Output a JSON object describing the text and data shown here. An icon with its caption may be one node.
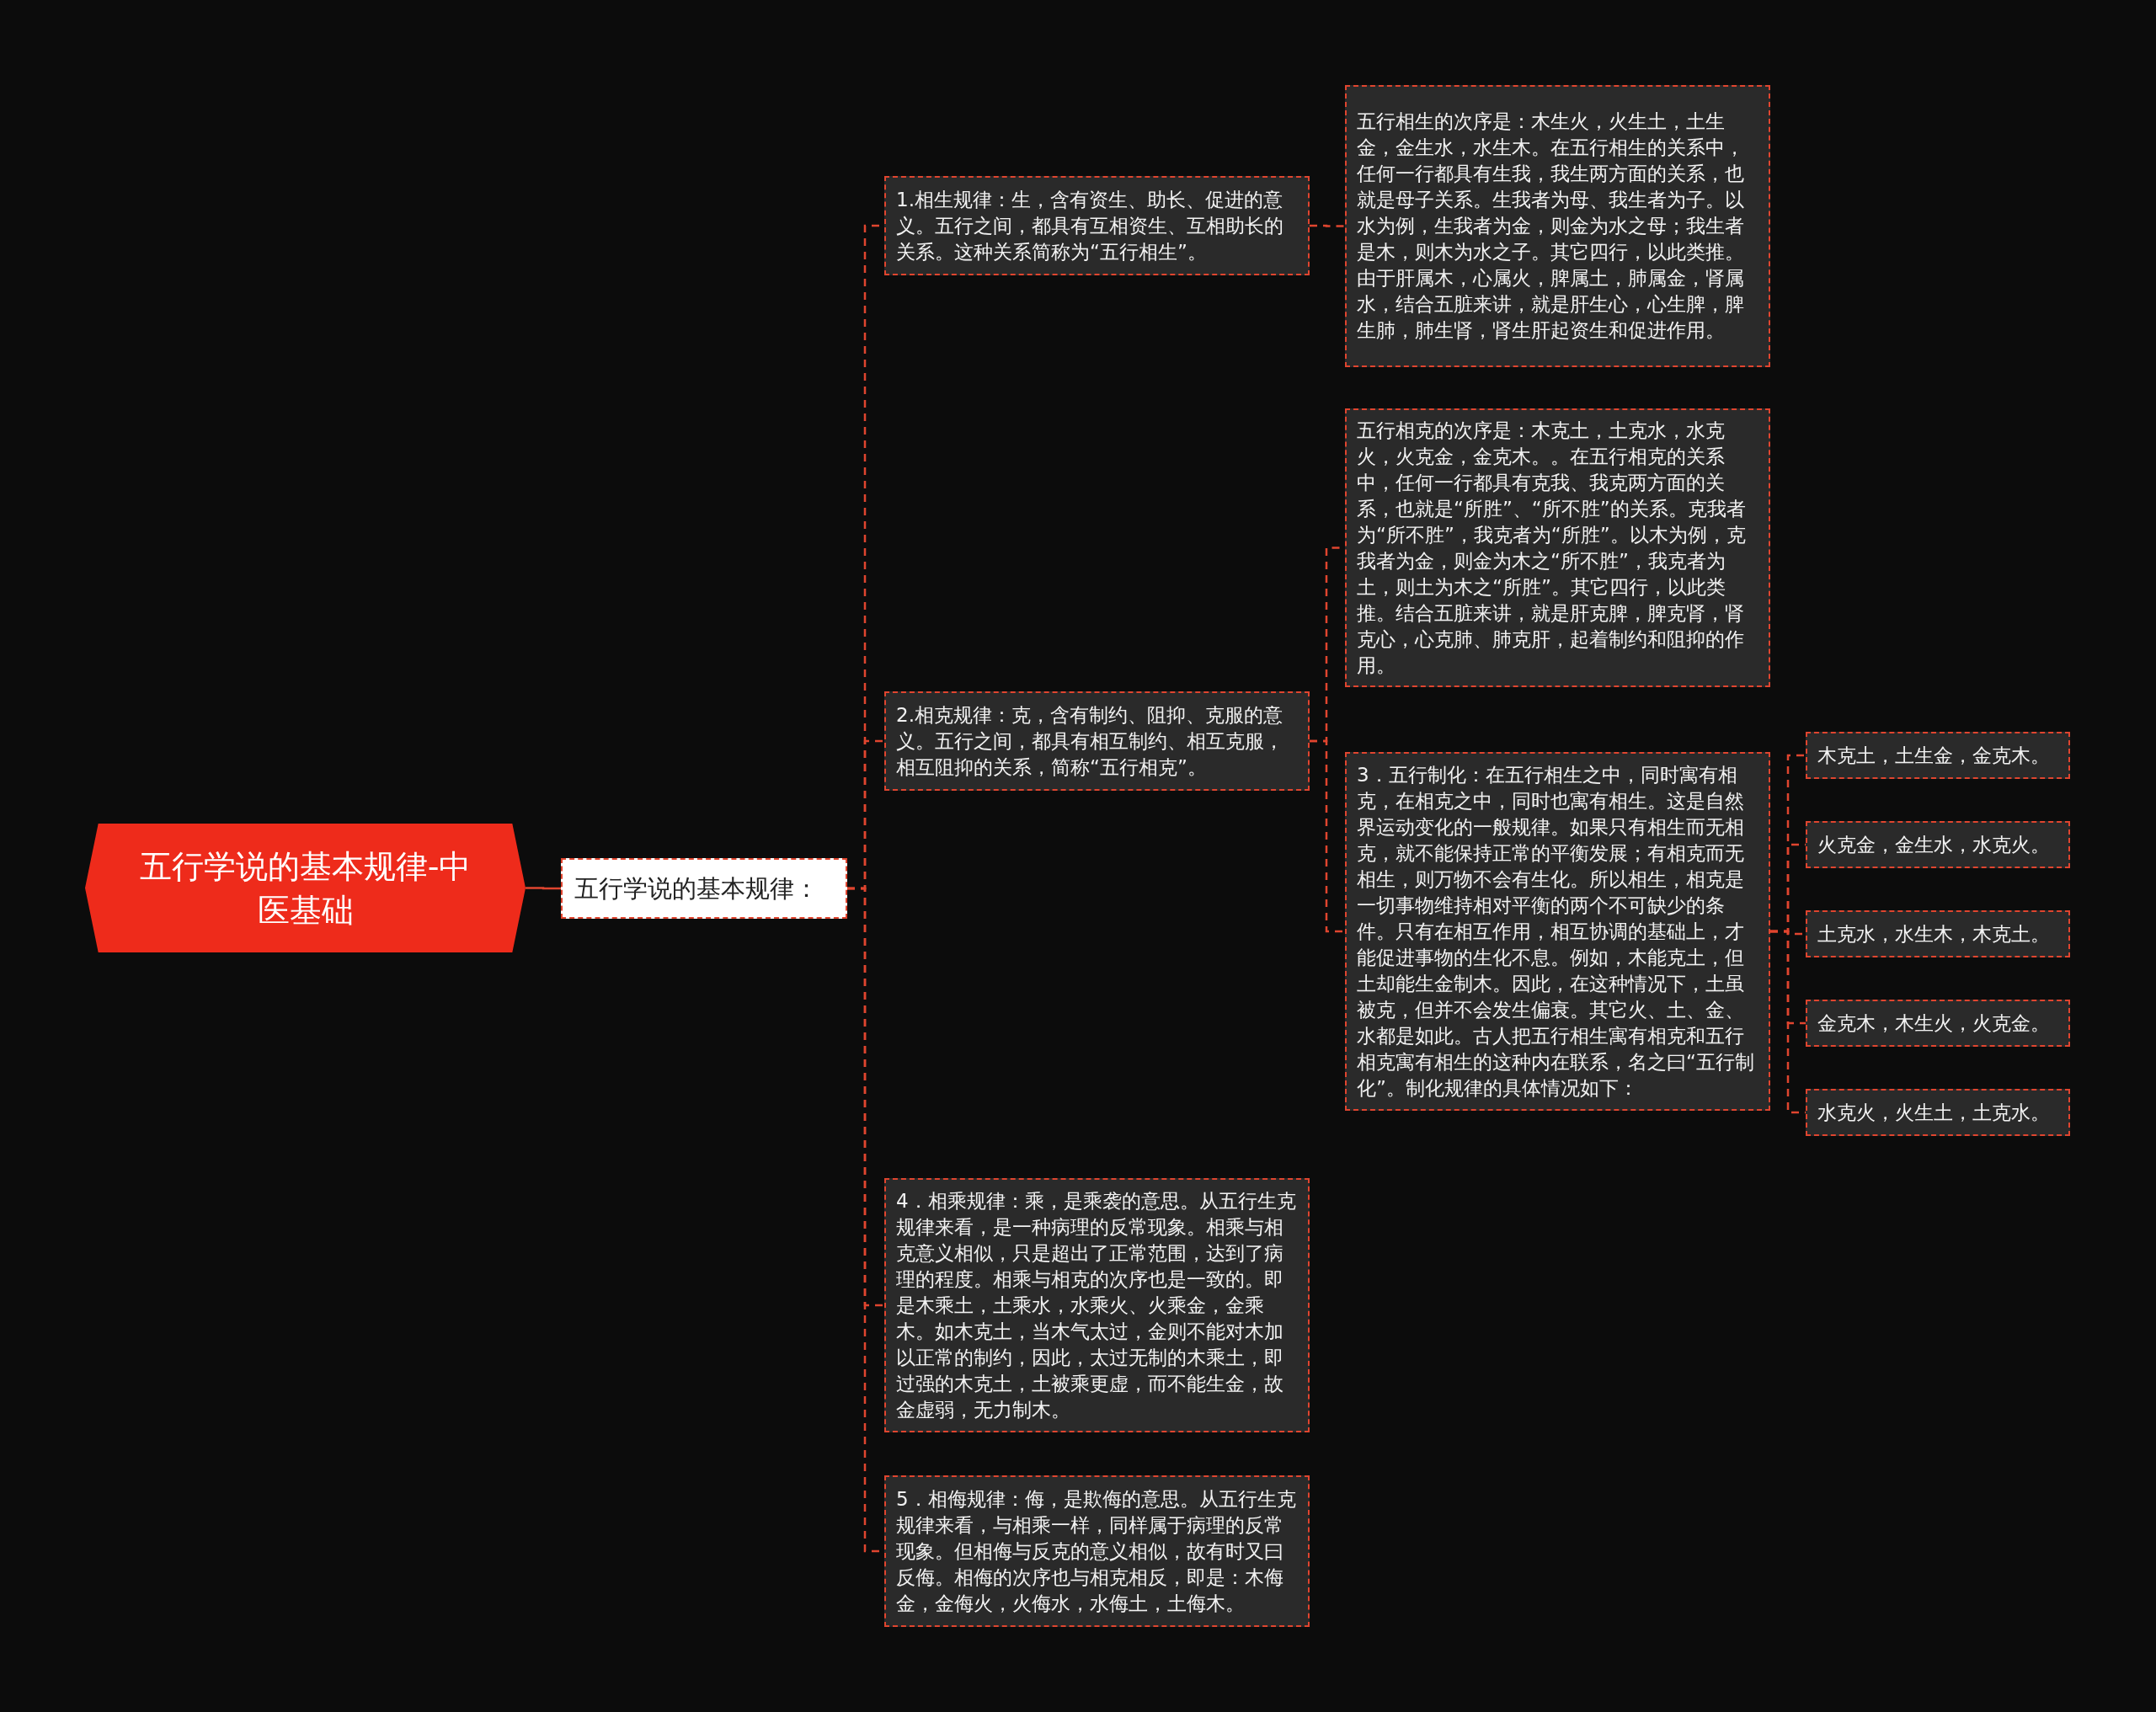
{
  "diagram": {
    "nodes": [
      {
        "text": [
          "五行学说的基本规律-中医基础"
        ]
      },
      {
        "text": [
          "五行学说的基本规律："
        ]
      },
      {
        "text": [
          "1.相生规律：生，含有资生、助长、促进的意义。五行之间，都具有互相资生、互相助长的关系。这种关系简称为“五行相生”。"
        ]
      },
      {
        "text": [
          "五行相生的次序是：木生火，火生土，土生金，金生水，水生木。在五行相生的关系中，任何一行都具有生我，我生两方面的关系，也就是母子关系。生我者为母、我生者为子。以水为例，生我者为金，则金为水之母；我生者是木，则木为水之子。其它四行，以此类推。由于肝属木，心属火，脾属土，肺属金，肾属水，结合五脏来讲，就是肝生心，心生脾，脾生肺，肺生肾，肾生肝起资生和促进作用。"
        ]
      },
      {
        "text": [
          "2.相克规律：克，含有制约、阻抑、克服的意义。五行之间，都具有相互制约、相互克服，相互阻抑的关系，简称“五行相克”。"
        ]
      },
      {
        "text": [
          "五行相克的次序是：木克土，土克水，水克火，火克金，金克木。。在五行相克的关系中，任何一行都具有克我、我克两方面的关系，也就是“所胜”、“所不胜”的关系。克我者为“所不胜”，我克者为“所胜”。以木为例，克我者为金，则金为木之“所不胜”，我克者为土，则土为木之“所胜”。其它四行，以此类推。结合五脏来讲，就是肝克脾，脾克肾，肾克心，心克肺、肺克肝，起着制约和阻抑的作用。"
        ]
      },
      {
        "text": [
          "3．五行制化：在五行相生之中，同时寓有相克，在相克之中，同时也寓有相生。这是自然界运动变化的一般规律。如果只有相生而无相克，就不能保持正常的平衡发展；有相克而无相生，则万物不会有生化。所以相生，相克是一切事物维持相对平衡的两个不可缺少的条件。只有在相互作用，相互协调的基础上，才能促进事物的生化不息。例如，木能克土，但土却能生金制木。因此，在这种情况下，土虽被克，但并不会发生偏衰。其它火、土、金、水都是如此。古人把五行相生寓有相克和五行相克寓有相生的这种内在联系，名之曰“五行制化”。制化规律的具体情况如下："
        ]
      },
      {
        "text": [
          "木克土，土生金，金克木。"
        ]
      },
      {
        "text": [
          "火克金，金生水，水克火。"
        ]
      },
      {
        "text": [
          "土克水，水生木，木克土。"
        ]
      },
      {
        "text": [
          "金克木，木生火，火克金。"
        ]
      },
      {
        "text": [
          "水克火，火生土，土克水。"
        ]
      },
      {
        "text": [
          "4．相乘规律：乘，是乘袭的意思。从五行生克规律来看，是一种病理的反常现象。相乘与相克意义相似，只是超出了正常范围，达到了病理的程度。相乘与相克的次序也是一致的。即是木乘土，土乘水，水乘火、火乘金，金乘木。如木克土，当木气太过，金则不能对木加以正常的制约，因此，太过无制的木乘土，即过强的木克土，土被乘更虚，而不能生金，故金虚弱，无力制木。"
        ]
      },
      {
        "text": [
          "5．相侮规律：侮，是欺侮的意思。从五行生克规律来看，与相乘一样，同样属于病理的反常现象。但相侮与反克的意义相似，故有时又曰反侮。相侮的次序也与相克相反，即是：木侮金，金侮火，火侮水，水侮土，土侮木。"
        ]
      }
    ],
    "edges": [
      {
        "from": 0,
        "to": 1,
        "arrow": "none"
      },
      {
        "from": 1,
        "to": 2,
        "arrow": "none",
        "style": "dashed"
      },
      {
        "from": 2,
        "to": 3,
        "arrow": "none",
        "style": "dashed"
      },
      {
        "from": 1,
        "to": 4,
        "arrow": "none",
        "style": "dashed"
      },
      {
        "from": 4,
        "to": 5,
        "arrow": "none",
        "style": "dashed"
      },
      {
        "from": 4,
        "to": 6,
        "arrow": "none",
        "style": "dashed"
      },
      {
        "from": 6,
        "to": 7,
        "arrow": "none",
        "style": "dashed"
      },
      {
        "from": 6,
        "to": 8,
        "arrow": "none",
        "style": "dashed"
      },
      {
        "from": 6,
        "to": 9,
        "arrow": "none",
        "style": "dashed"
      },
      {
        "from": 6,
        "to": 10,
        "arrow": "none",
        "style": "dashed"
      },
      {
        "from": 6,
        "to": 11,
        "arrow": "none",
        "style": "dashed"
      },
      {
        "from": 1,
        "to": 12,
        "arrow": "none",
        "style": "dashed"
      },
      {
        "from": 1,
        "to": 13,
        "arrow": "none",
        "style": "dashed"
      }
    ]
  }
}
